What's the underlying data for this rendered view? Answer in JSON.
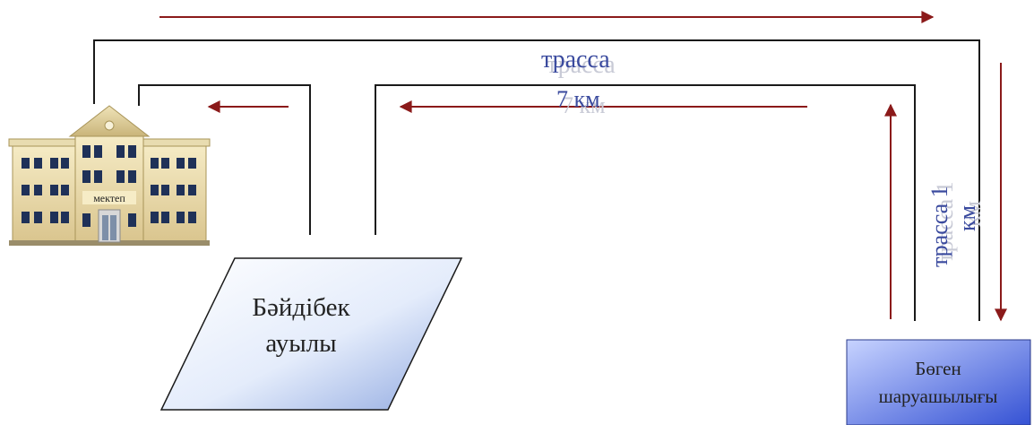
{
  "colors": {
    "road": "#1a1a1a",
    "arrow": "#8b1a1a",
    "label": "#3a4a9e",
    "label_shadow": "#c8cad6",
    "village_fill_light": "#ffffff",
    "village_fill_dark": "#9fb4e6",
    "farm_fill_light": "#b9c8ff",
    "farm_fill_dark": "#3a5bd9"
  },
  "school": {
    "icon": "school-building-icon",
    "sign": "мектеп"
  },
  "village": {
    "line1": "Бәйдібек",
    "line2": "ауылы"
  },
  "farm": {
    "line1": "Бөген",
    "line2": "шаруашылығы"
  },
  "routes": {
    "main_label": "трасса",
    "main_distance": "7 км",
    "branch_label": "трасса 1",
    "branch_unit": "км"
  }
}
